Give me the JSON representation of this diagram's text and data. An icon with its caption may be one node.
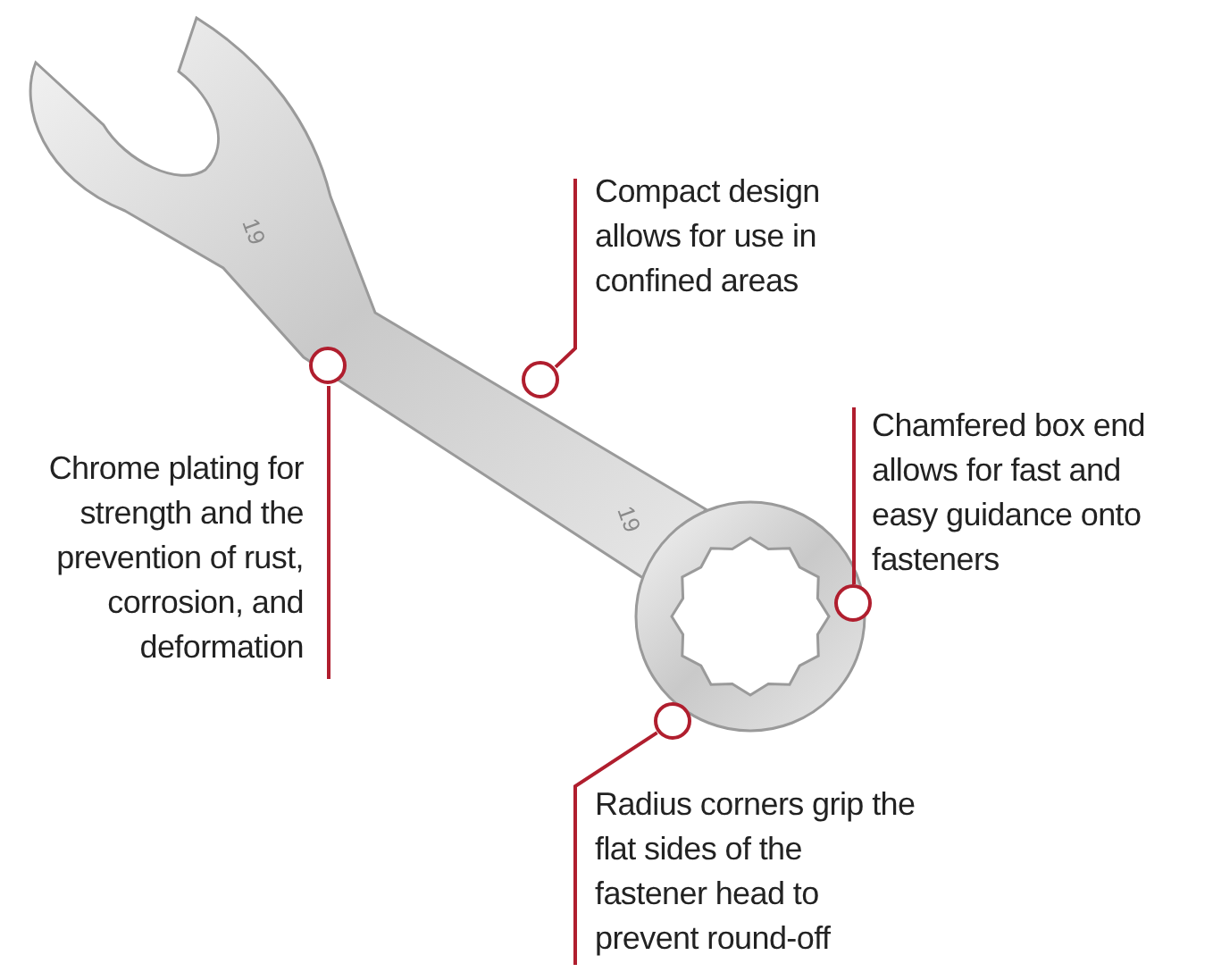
{
  "diagram": {
    "nodes": [
      {
        "text": [
          "Compact design allows for use in confined areas"
        ]
      },
      {
        "text": [
          "Chrome plating for strength and the prevention of rust, corrosion, and deformation"
        ]
      },
      {
        "text": [
          "Chamfered box end allows for fast and easy guidance onto fasteners"
        ]
      },
      {
        "text": [
          "Radius corners grip the flat sides of the fastener head to prevent round-off"
        ]
      },
      {
        "text": [],
        "shape": "circle"
      },
      {
        "text": [],
        "shape": "circle"
      },
      {
        "text": [],
        "shape": "circle"
      },
      {
        "text": [],
        "shape": "circle"
      }
    ],
    "edges": [
      {
        "from": 0,
        "to": 4,
        "arrow": "none"
      },
      {
        "from": 1,
        "to": 5,
        "arrow": "none"
      },
      {
        "from": 2,
        "to": 6,
        "arrow": "none"
      },
      {
        "from": 3,
        "to": 7,
        "arrow": "none"
      }
    ],
    "labels": [
      "19",
      "19"
    ]
  }
}
